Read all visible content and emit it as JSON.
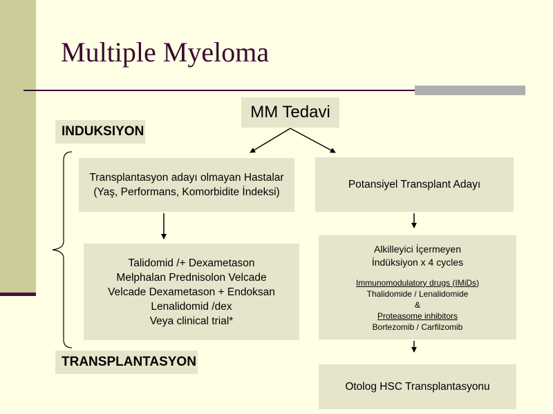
{
  "slide": {
    "title": "Multiple Myeloma"
  },
  "diagram": {
    "root": "MM Tedavi",
    "labels": {
      "induction": "INDUKSIYON",
      "transplant": "TRANSPLANTASYON"
    },
    "non_candidate": {
      "lines": [
        "Transplantasyon adayı olmayan  Hastalar",
        "(Yaş, Performans, Komorbidite İndeksi)"
      ]
    },
    "candidate": {
      "text": "Potansiyel Transplant Adayı"
    },
    "non_candidate_regimens": {
      "lines": [
        "Talidomid /+ Dexametason",
        "Melphalan Prednisolon Velcade",
        "Velcade Dexametason + Endoksan",
        "Lenalidomid /dex",
        "Veya  clinical trial*"
      ]
    },
    "candidate_induction": {
      "line1": "Alkilleyici İçermeyen",
      "line2": "İndüksiyon x 4 cycles",
      "imids_heading": "Immunomodulatory drugs (IMiDs)",
      "imids_drugs": "Thalidomide / Lenalidomide",
      "amp": "&",
      "pi_heading": "Proteasome inhibitors",
      "pi_drugs": "Bortezomib / Carfilzomib"
    },
    "transplant_step": {
      "text": "Otolog HSC Transplantasyonu"
    }
  }
}
